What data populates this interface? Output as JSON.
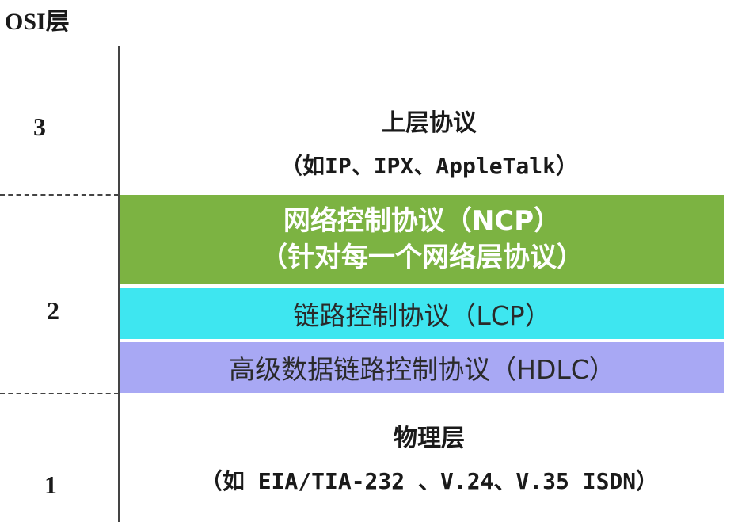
{
  "header": {
    "osi_label": "OSI层"
  },
  "layers": {
    "l3": {
      "number": "3",
      "title": "上层协议",
      "subtitle": "（如IP、IPX、AppleTalk）"
    },
    "l2": {
      "number": "2",
      "ncp_line1": "网络控制协议（NCP）",
      "ncp_line2": "（针对每一个网络层协议）",
      "lcp": "链路控制协议（LCP）",
      "hdlc": "高级数据链路控制协议（HDLC）"
    },
    "l1": {
      "number": "1",
      "title": "物理层",
      "subtitle": "（如 EIA/TIA-232 、V.24、V.35 ISDN）"
    }
  },
  "colors": {
    "ncp": "#7cb342",
    "lcp": "#3ee6f0",
    "hdlc": "#a8a8f4"
  }
}
